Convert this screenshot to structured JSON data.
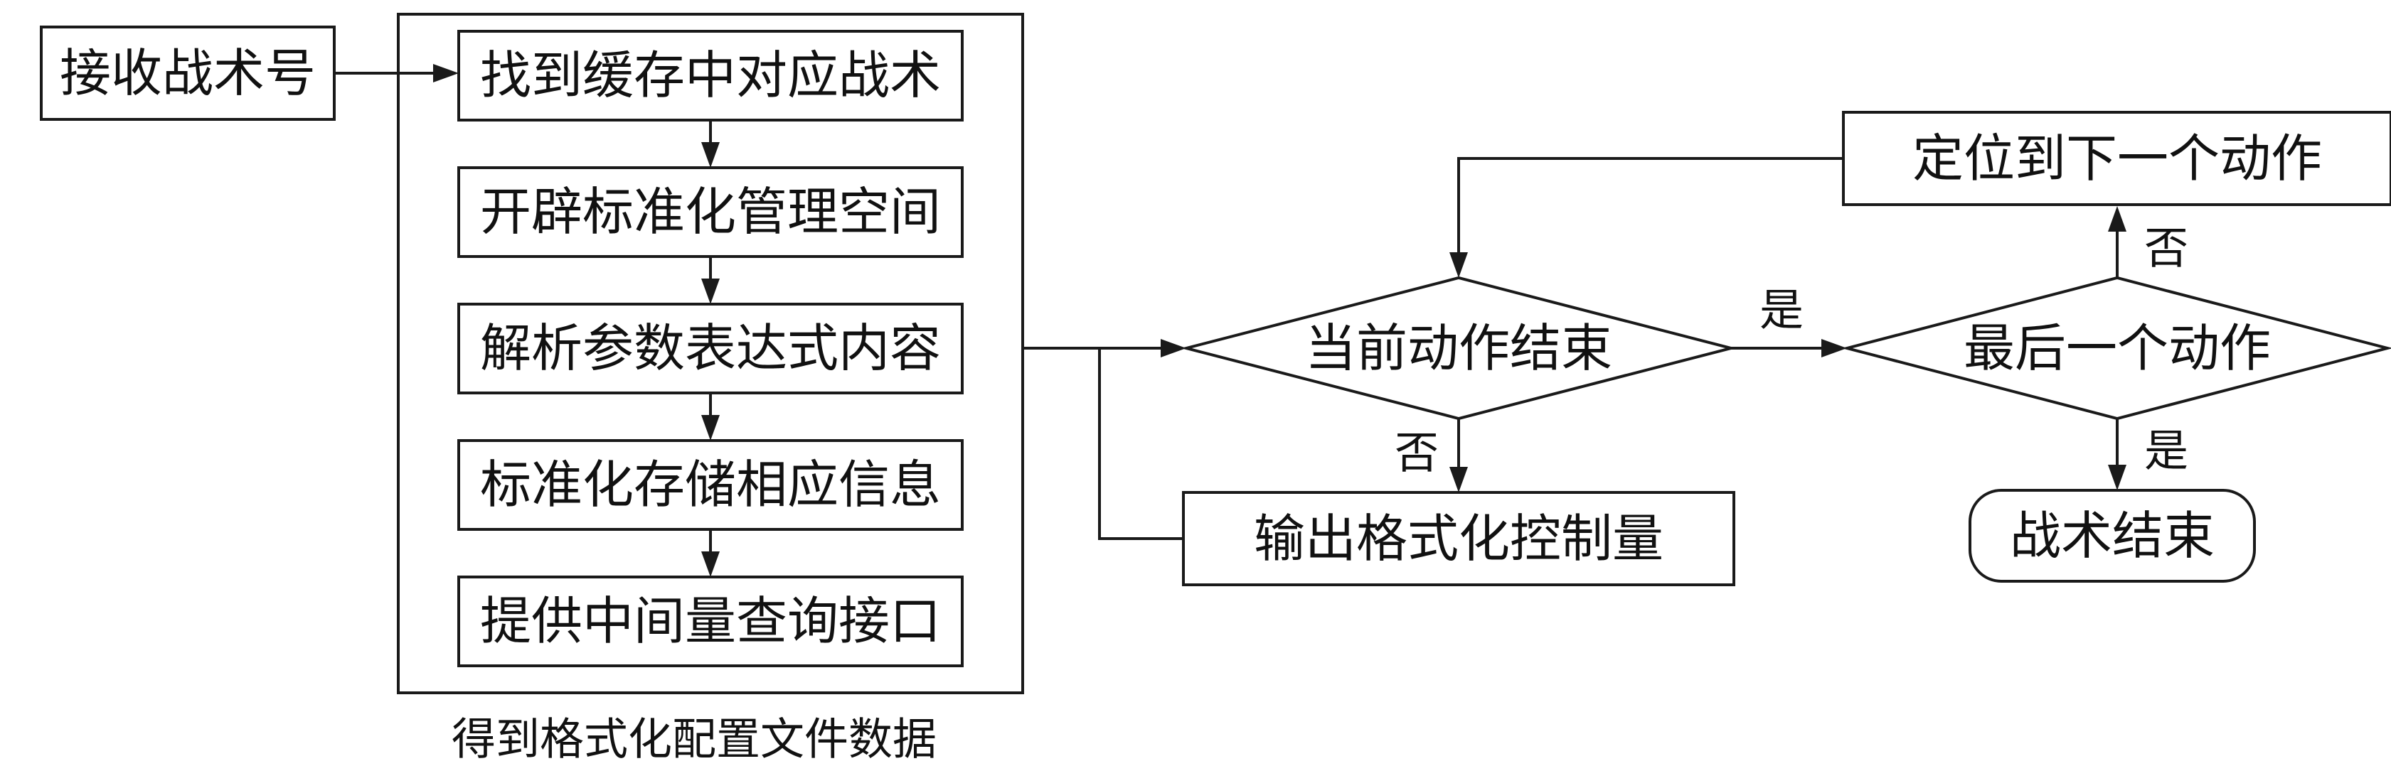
{
  "nodes": {
    "receive": "接收战术号",
    "find": "找到缓存中对应战术",
    "allocate": "开辟标准化管理空间",
    "parse": "解析参数表达式内容",
    "store": "标准化存储相应信息",
    "provide": "提供中间量查询接口",
    "current_end": "当前动作结束",
    "output": "输出格式化控制量",
    "last_action": "最后一个动作",
    "next_action": "定位到下一个动作",
    "tactic_end": "战术结束"
  },
  "group_caption": "得到格式化配置文件数据",
  "edge_labels": {
    "current_end_yes": "是",
    "current_end_no": "否",
    "last_action_yes": "是",
    "last_action_no": "否"
  }
}
